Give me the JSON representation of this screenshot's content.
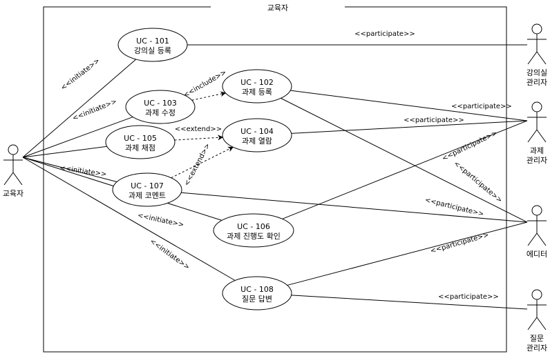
{
  "system": {
    "title": "교육자"
  },
  "actors": [
    {
      "id": "educator",
      "label": [
        "교육자"
      ]
    },
    {
      "id": "room_admin",
      "label": [
        "강의실",
        "관리자"
      ]
    },
    {
      "id": "task_admin",
      "label": [
        "과제",
        "관리자"
      ]
    },
    {
      "id": "editor",
      "label": [
        "에디터"
      ]
    },
    {
      "id": "qna_admin",
      "label": [
        "질문",
        "관리자"
      ]
    }
  ],
  "use_cases": [
    {
      "id": "uc101",
      "code": "UC - 101",
      "name": "강의실 등록"
    },
    {
      "id": "uc102",
      "code": "UC - 102",
      "name": "과제 등록"
    },
    {
      "id": "uc103",
      "code": "UC - 103",
      "name": "과제 수정"
    },
    {
      "id": "uc104",
      "code": "UC - 104",
      "name": "과제 열람"
    },
    {
      "id": "uc105",
      "code": "UC - 105",
      "name": "과제 채점"
    },
    {
      "id": "uc106",
      "code": "UC - 106",
      "name": "과제 진행도 확인"
    },
    {
      "id": "uc107",
      "code": "UC - 107",
      "name": "과제 코멘트"
    },
    {
      "id": "uc108",
      "code": "UC - 108",
      "name": "질문 답변"
    }
  ],
  "relations": [
    {
      "id": "r1",
      "from": "educator",
      "to": "uc101",
      "style": "solid",
      "label": "<<initiate>>"
    },
    {
      "id": "r2",
      "from": "educator",
      "to": "uc103",
      "style": "solid",
      "label": "<<initiate>>"
    },
    {
      "id": "r3",
      "from": "educator",
      "to": "uc105",
      "style": "solid",
      "label": ""
    },
    {
      "id": "r4",
      "from": "educator",
      "to": "uc107",
      "style": "solid",
      "label": "<<initiate>>"
    },
    {
      "id": "r5",
      "from": "educator",
      "to": "uc106",
      "style": "solid",
      "label": "<<initiate>>"
    },
    {
      "id": "r6",
      "from": "educator",
      "to": "uc108",
      "style": "solid",
      "label": "<<initiate>>"
    },
    {
      "id": "r7",
      "from": "uc103",
      "to": "uc102",
      "style": "dashed",
      "label": "<<include>>"
    },
    {
      "id": "r8",
      "from": "uc105",
      "to": "uc104",
      "style": "dashed",
      "label": "<<extend>>"
    },
    {
      "id": "r9",
      "from": "uc107",
      "to": "uc104",
      "style": "dashed",
      "label": "<<extend>>"
    },
    {
      "id": "r10",
      "from": "uc101",
      "to": "room_admin",
      "style": "solid",
      "label": "<<participate>>"
    },
    {
      "id": "r11",
      "from": "uc102",
      "to": "task_admin",
      "style": "solid",
      "label": "<<participate>>"
    },
    {
      "id": "r12",
      "from": "uc104",
      "to": "task_admin",
      "style": "solid",
      "label": "<<participate>>"
    },
    {
      "id": "r13",
      "from": "uc106",
      "to": "task_admin",
      "style": "solid",
      "label": "<<participate>>"
    },
    {
      "id": "r14",
      "from": "uc102",
      "to": "editor",
      "style": "solid",
      "label": "<<participate>>"
    },
    {
      "id": "r15",
      "from": "uc107",
      "to": "editor",
      "style": "solid",
      "label": "<<participate>>"
    },
    {
      "id": "r16",
      "from": "uc108",
      "to": "editor",
      "style": "solid",
      "label": "<<participate>>"
    },
    {
      "id": "r17",
      "from": "uc108",
      "to": "qna_admin",
      "style": "solid",
      "label": "<<participate>>"
    }
  ]
}
